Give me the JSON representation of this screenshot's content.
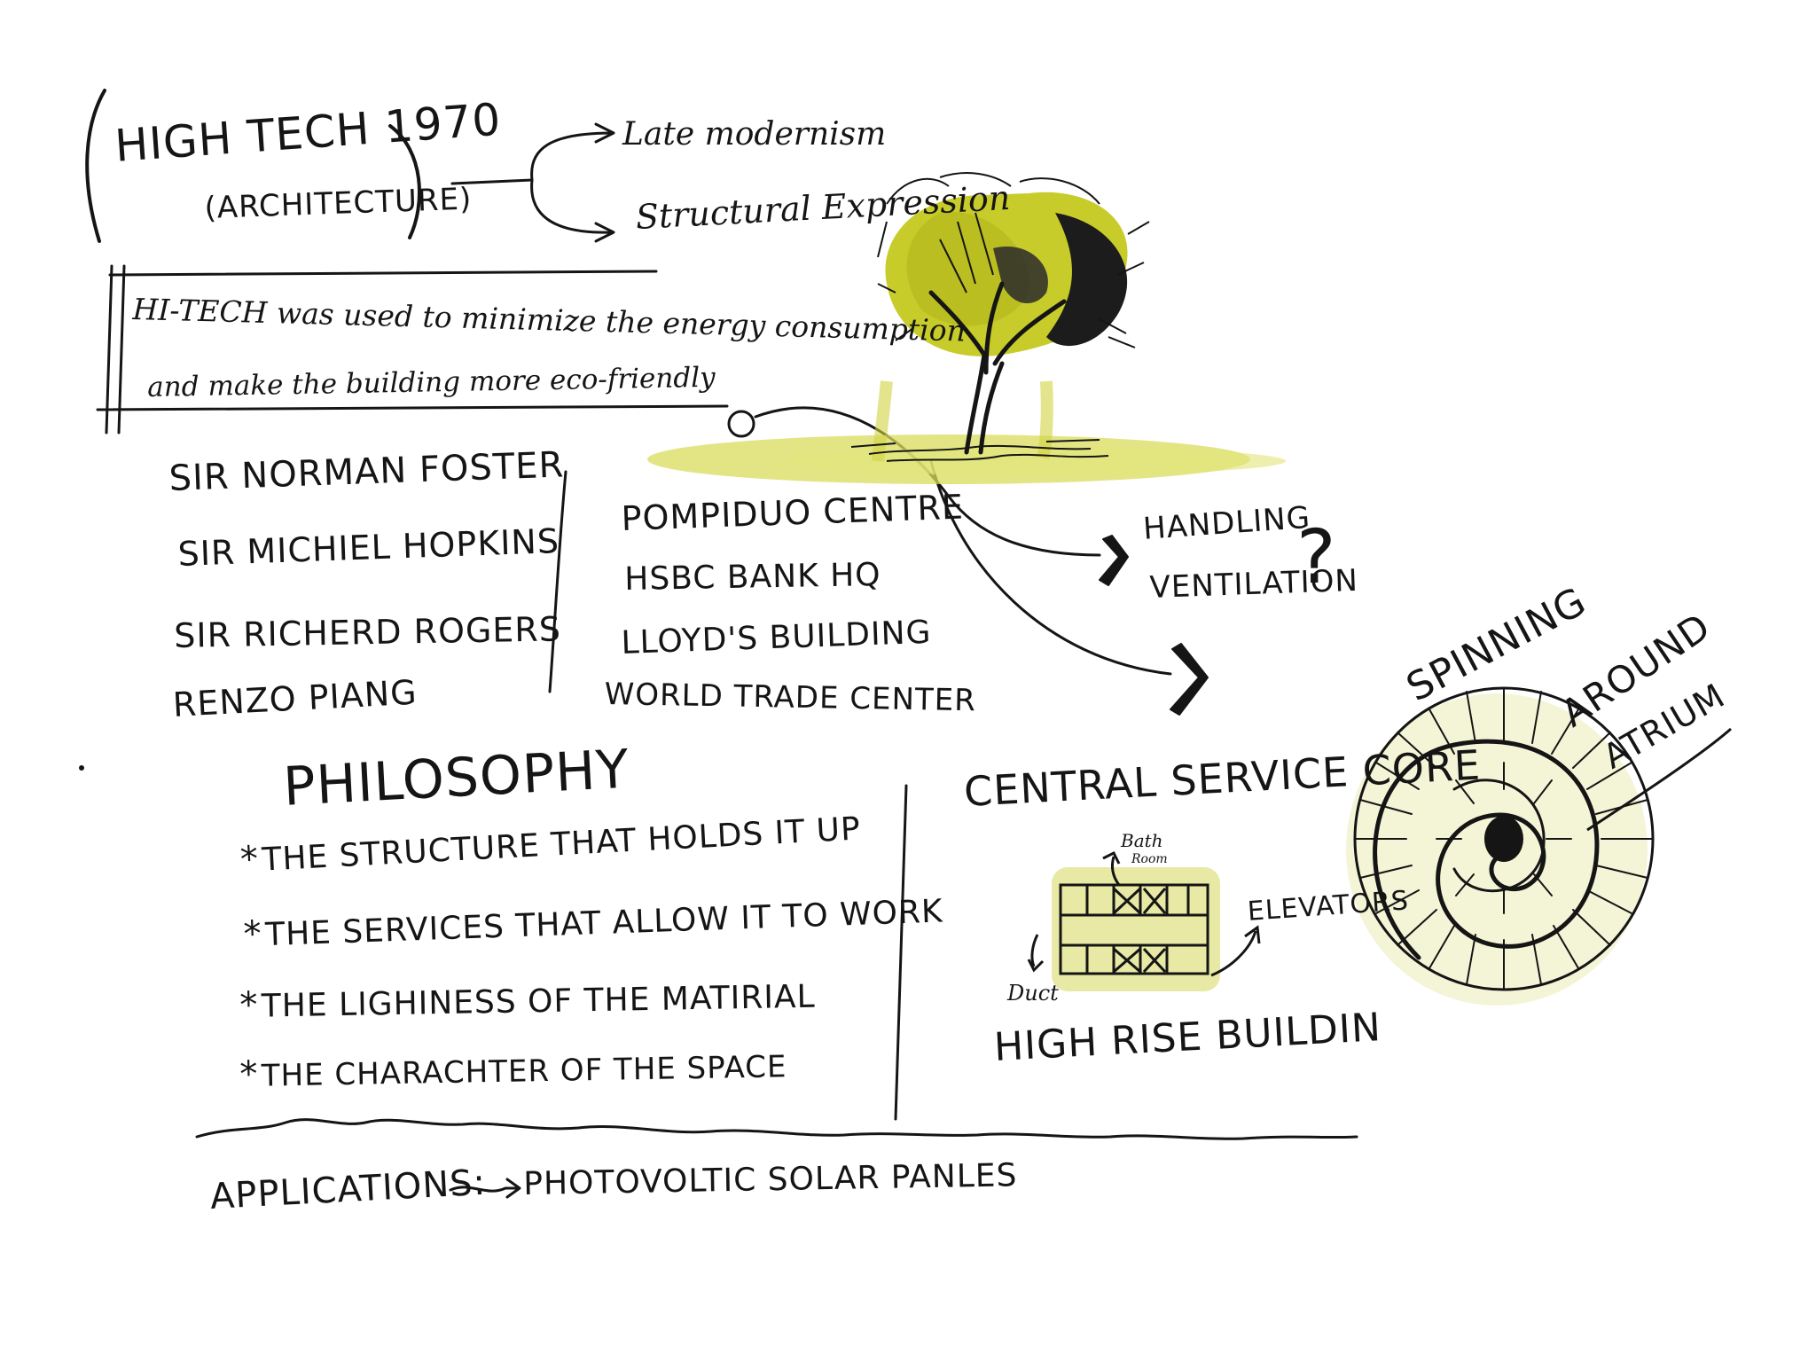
{
  "title": {
    "main": "HIGH TECH 1970",
    "sub": "(ARCHITECTURE)"
  },
  "branches": [
    "Late modernism",
    "Structural Expression"
  ],
  "intro": {
    "line1": "HI-TECH was used to minimize the energy consumption",
    "line2": "and make the building more eco-friendly"
  },
  "architects": [
    "SIR NORMAN FOSTER",
    "SIR MICHIEL HOPKINS",
    "SIR RICHERD ROGERS",
    "RENZO PIANG"
  ],
  "buildings": [
    "POMPIDUO CENTRE",
    "HSBC BANK HQ",
    "LLOYD'S BUILDING",
    "WORLD TRADE CENTER"
  ],
  "ventilation": {
    "line1": "HANDLING",
    "line2": "VENTILATION",
    "mark": "?"
  },
  "philosophy": {
    "title": "PHILOSOPHY",
    "bullet": "*",
    "items": [
      "THE STRUCTURE THAT HOLDS IT UP",
      "THE SERVICES THAT ALLOW IT TO WORK",
      "THE LIGHINESS OF THE MATIRIAL",
      "THE CHARACHTER OF THE SPACE"
    ]
  },
  "service_core": {
    "title": "CENTRAL SERVICE CORE",
    "bath_line1": "Bath",
    "bath_line2": "Room",
    "elevators": "ELEVATORS",
    "duct": "Duct",
    "caption": "HIGH RISE BUILDIN"
  },
  "atrium": {
    "line1": "SPINNING",
    "line2": "AROUND",
    "line3": "ATRIUM"
  },
  "applications": {
    "label": "APPLICATIONS:",
    "value": "PHOTOVOLTIC SOLAR PANLES"
  },
  "colors": {
    "ink": "#151515",
    "tree_yellow": "#c8cc2a",
    "wash_yellow": "#d9dc5c",
    "paper": "#ffffff"
  }
}
